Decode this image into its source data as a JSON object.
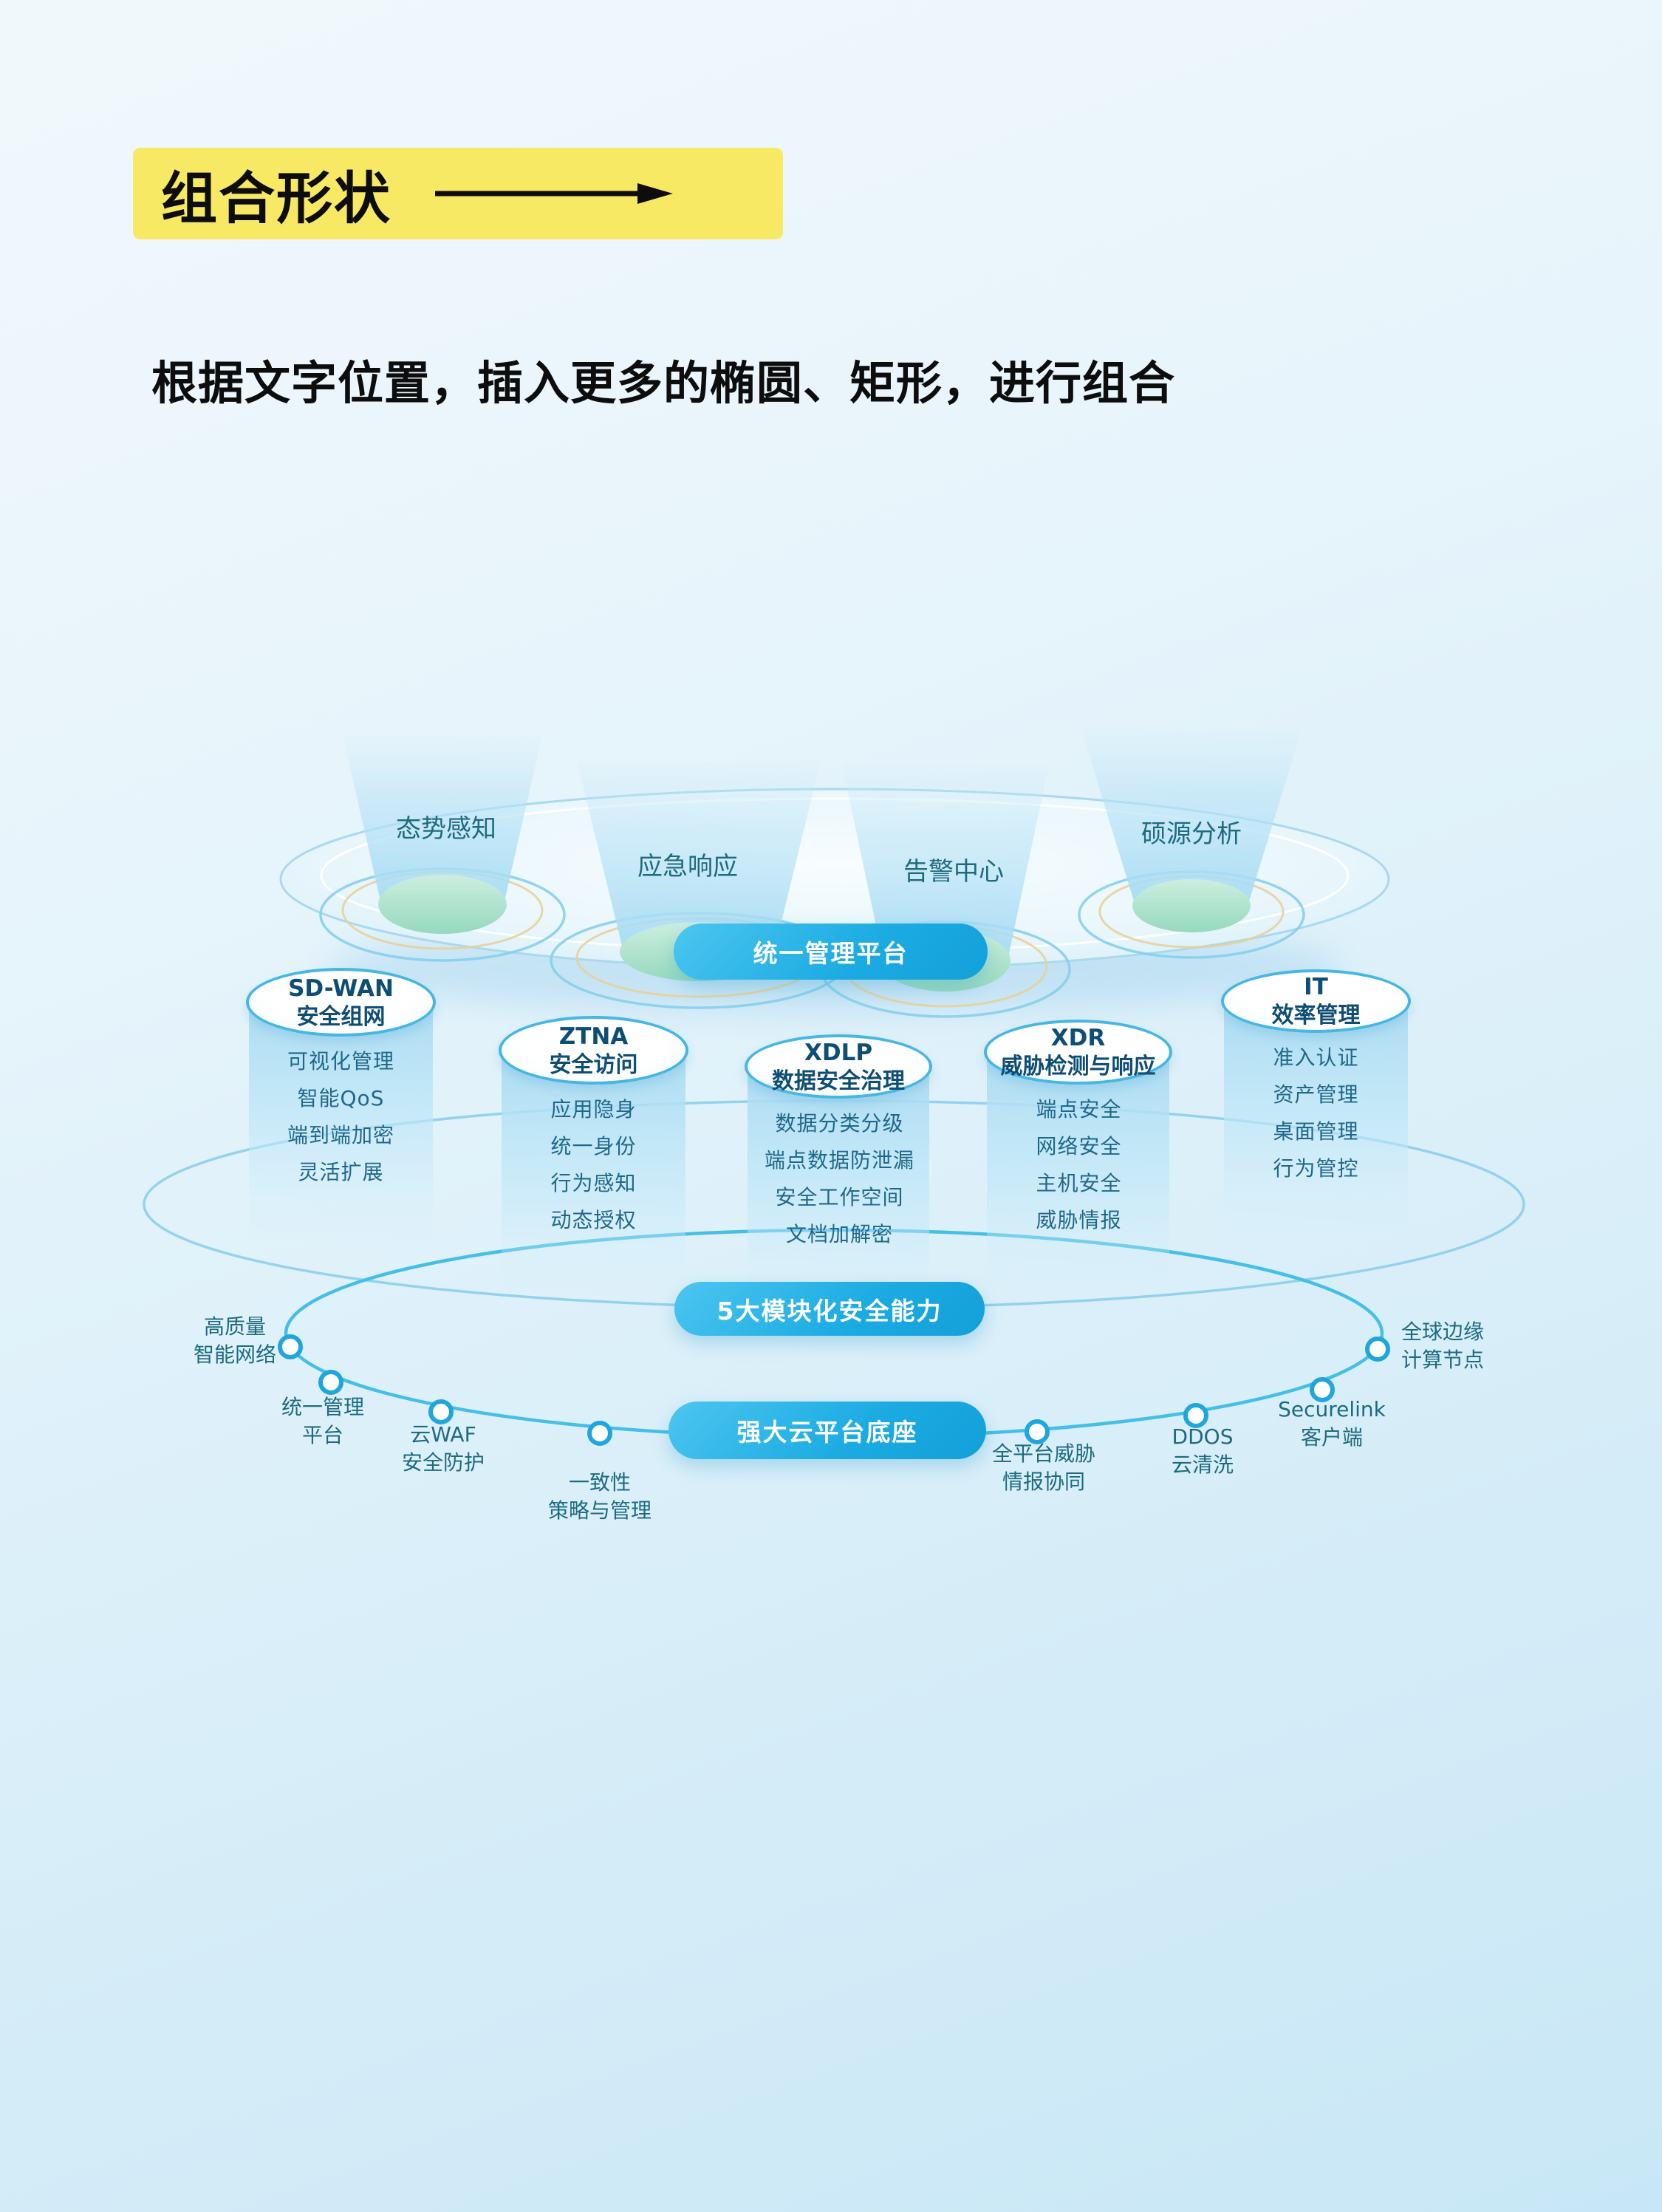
{
  "header": {
    "badge": "组合形状",
    "subtitle": "根据文字位置，插入更多的椭圆、矩形，进行组合"
  },
  "diagram": {
    "top_funnels": [
      {
        "label": "态势感知"
      },
      {
        "label": "应急响应"
      },
      {
        "label": "告警中心"
      },
      {
        "label": "硕源分析"
      }
    ],
    "pills": {
      "top": "统一管理平台",
      "middle": "5大模块化安全能力",
      "bottom": "强大云平台底座"
    },
    "modules": [
      {
        "name": "SD-WAN",
        "subtitle": "安全组网",
        "items": [
          "可视化管理",
          "智能QoS",
          "端到端加密",
          "灵活扩展"
        ]
      },
      {
        "name": "ZTNA",
        "subtitle": "安全访问",
        "items": [
          "应用隐身",
          "统一身份",
          "行为感知",
          "动态授权"
        ]
      },
      {
        "name": "XDLP",
        "subtitle": "数据安全治理",
        "items": [
          "数据分类分级",
          "端点数据防泄漏",
          "安全工作空间",
          "文档加解密"
        ]
      },
      {
        "name": "XDR",
        "subtitle": "威胁检测与响应",
        "items": [
          "端点安全",
          "网络安全",
          "主机安全",
          "威胁情报"
        ]
      },
      {
        "name": "IT",
        "subtitle": "效率管理",
        "items": [
          "准入认证",
          "资产管理",
          "桌面管理",
          "行为管控"
        ]
      }
    ],
    "platform_nodes": [
      {
        "label": "高质量\n智能网络"
      },
      {
        "label": "统一管理\n平台"
      },
      {
        "label": "云WAF\n安全防护"
      },
      {
        "label": "一致性\n策略与管理"
      },
      {
        "label": "全平台威胁\n情报协同"
      },
      {
        "label": "DDOS\n云清洗"
      },
      {
        "label": "Securelink\n客户端"
      },
      {
        "label": "全球边缘\n计算节点"
      }
    ]
  },
  "colors": {
    "badge_yellow": "#f7e964",
    "pill_blue": "#1babe2",
    "accent_blue": "#29b6e8",
    "dark_teal_text": "#1d6b80",
    "cylinder_title": "#0e4d74",
    "ring_yellow": "#e6d095",
    "ring_blue": "#86cfec",
    "funnel_green": "#96d9bf",
    "background_top": "#f1f8fc",
    "background_bottom": "#c8e7f6"
  }
}
